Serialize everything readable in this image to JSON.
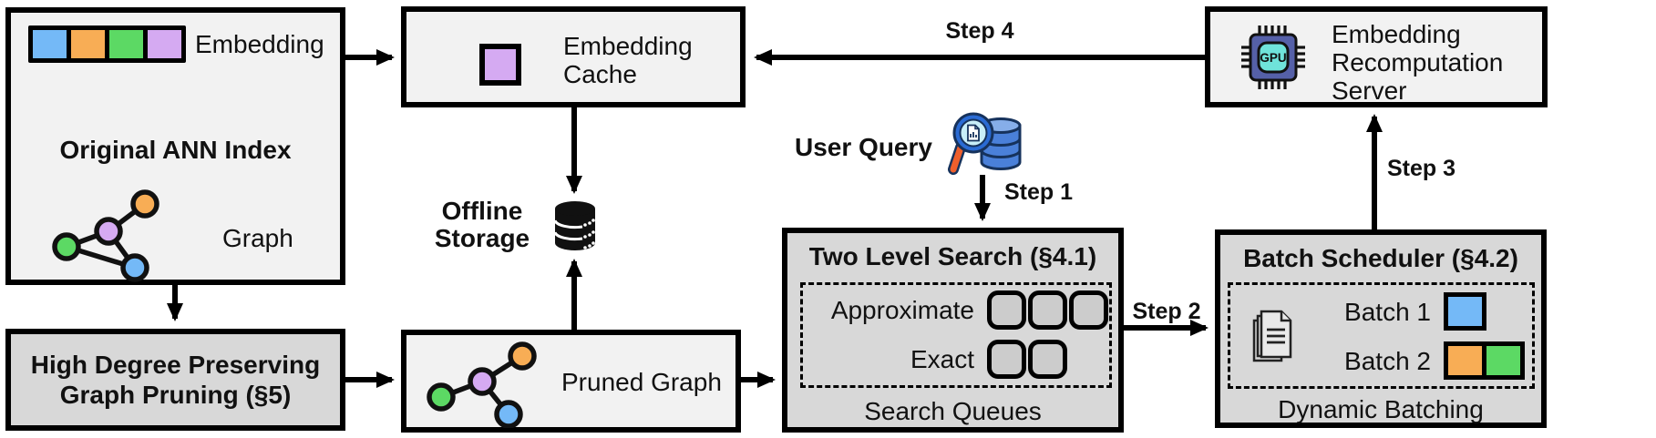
{
  "colors": {
    "blue": "#74b9f7",
    "orange": "#f8ad55",
    "green": "#5cd964",
    "purple": "#d5aaf2",
    "box_light": "#f2f2f2",
    "box_dark": "#d8d8d8",
    "queue_fill": "#cccccc",
    "db_blue": "#4a80d9",
    "db_blue_light": "#86aee9",
    "db_outline": "#16325c",
    "lens_fill": "#c8eef8",
    "lens_rim": "#2a6bd4",
    "handle_orange": "#ee5f2c",
    "chip_body": "#5560a8",
    "chip_inner": "#6fe3da"
  },
  "diagram": {
    "original_ann_index": {
      "embedding_label": "Embedding",
      "title": "Original ANN Index",
      "graph_label": "Graph"
    },
    "embedding_cache": {
      "label_line1": "Embedding",
      "label_line2": "Cache"
    },
    "offline_storage": {
      "label_line1": "Offline",
      "label_line2": "Storage"
    },
    "high_degree_pruning": {
      "label_line1": "High Degree Preserving",
      "label_line2": "Graph Pruning (§5)"
    },
    "pruned_graph": {
      "label": "Pruned Graph"
    },
    "user_query": {
      "label": "User Query"
    },
    "two_level_search": {
      "title": "Two Level Search (§4.1)",
      "row1_label": "Approximate",
      "row2_label": "Exact",
      "caption": "Search Queues"
    },
    "batch_scheduler": {
      "title": "Batch Scheduler (§4.2)",
      "batch1_label": "Batch 1",
      "batch2_label": "Batch 2",
      "caption": "Dynamic Batching"
    },
    "recomputation_server": {
      "label_line1": "Embedding",
      "label_line2": "Recomputation",
      "label_line3": "Server",
      "gpu_label": "GPU"
    },
    "steps": {
      "step1": "Step 1",
      "step2": "Step 2",
      "step3": "Step 3",
      "step4": "Step 4"
    }
  }
}
